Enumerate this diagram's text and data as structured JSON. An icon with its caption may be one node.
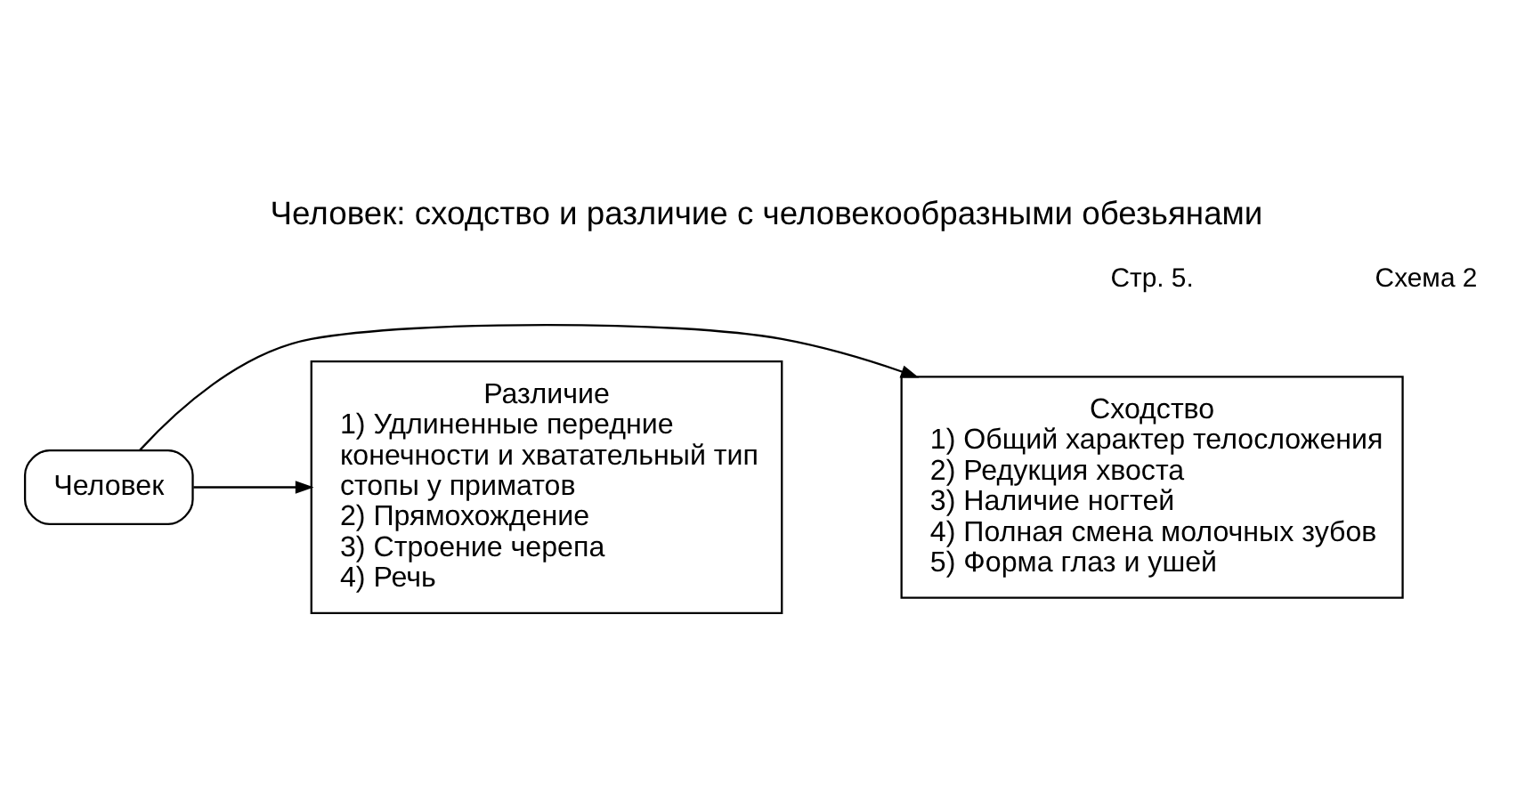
{
  "diagram": {
    "title": "Человек: сходство и различие с человекообразными обезьянами",
    "nodes": [
      {
        "text": [
          "Сходство",
          "1) Общий характер телосложения",
          "2) Редукция хвоста",
          "3) Наличие ногтей",
          "4) Полная смена молочных зубов",
          "5) Форма глаз и ушей"
        ]
      },
      {
        "text": [
          "Человек"
        ]
      },
      {
        "text": [
          "Различие",
          "1) Удлиненные передние конечности и хватательный тип стопы у приматов",
          "2) Прямохождение",
          "3) Строение черепа",
          "4) Речь"
        ]
      }
    ],
    "edges": [
      {
        "from": 1,
        "to": 0,
        "arrow": "to"
      },
      {
        "from": 1,
        "to": 2,
        "arrow": "to"
      }
    ],
    "labels": [
      "Стр. 5.",
      "Схема 2"
    ]
  }
}
